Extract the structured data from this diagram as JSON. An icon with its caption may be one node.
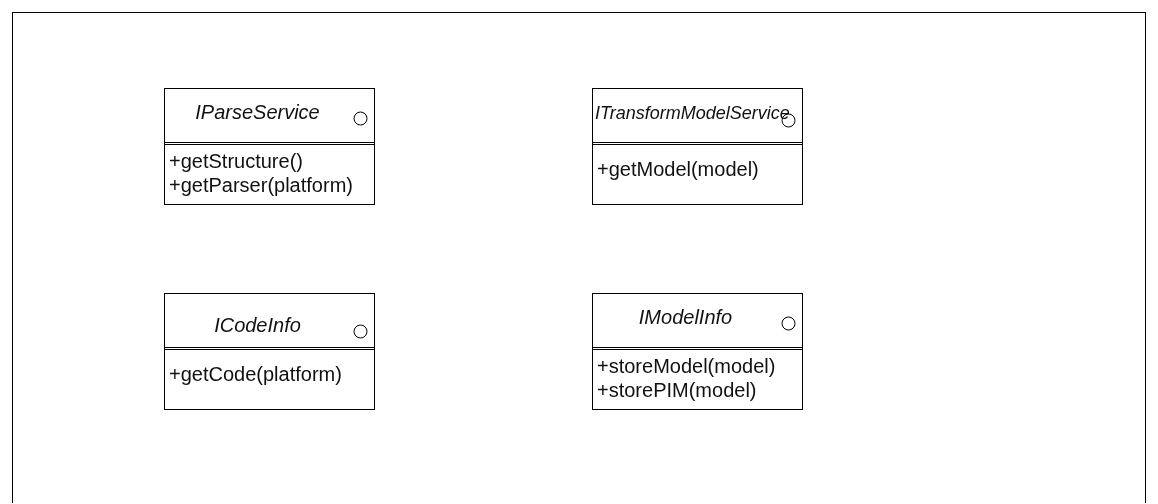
{
  "diagram": {
    "nodes": [
      {
        "text": [
          "IParseService",
          "+getStructure()",
          "+getParser(platform)"
        ]
      },
      {
        "text": [
          "ITransformModelService",
          "+getModel(model)"
        ]
      },
      {
        "text": [
          "ICodeInfo",
          "+getCode(platform)"
        ]
      },
      {
        "text": [
          "IModelInfo",
          "+storeModel(model)",
          "+storePIM(model)"
        ]
      }
    ]
  }
}
